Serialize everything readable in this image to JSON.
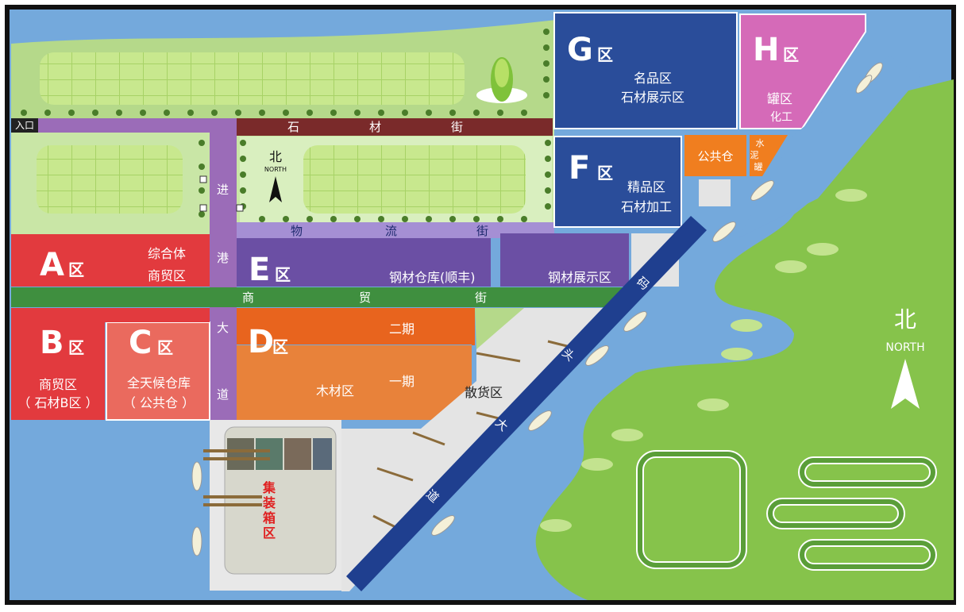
{
  "entrance": "入口",
  "compass_small": {
    "char": "北",
    "word": "NORTH"
  },
  "compass_large": {
    "char": "北",
    "word": "NORTH"
  },
  "streets": {
    "shicai": [
      "石",
      "材",
      "街"
    ],
    "wuliu": [
      "物",
      "流",
      "街"
    ],
    "shangmao": [
      "商",
      "贸",
      "街"
    ],
    "jingang": [
      "进",
      "港",
      "大",
      "道"
    ],
    "matou": [
      "码",
      "头",
      "大",
      "道"
    ]
  },
  "zones": {
    "A": {
      "letter": "A",
      "suffix": "区",
      "lines": [
        "综合体",
        "商贸区"
      ],
      "color": "#e23a3e"
    },
    "B": {
      "letter": "B",
      "suffix": "区",
      "lines": [
        "商贸区",
        "（ 石材B区 ）"
      ],
      "color": "#e23a3e"
    },
    "C": {
      "letter": "C",
      "suffix": "区",
      "lines": [
        "全天候仓库",
        "（ 公共仓 ）"
      ],
      "color": "#ea6a5e"
    },
    "D": {
      "letter": "D",
      "suffix": "区",
      "phase2": "二期",
      "phase1": "一期",
      "sub": "木材区",
      "color": "#e8641e"
    },
    "E": {
      "letter": "E",
      "suffix": "区",
      "lines": [
        "钢材仓库(顺丰)"
      ],
      "extra": "钢材展示区",
      "color": "#6b4fa4"
    },
    "F": {
      "letter": "F",
      "suffix": "区",
      "lines": [
        "精品区",
        "石材加工"
      ],
      "color": "#2a4d9a"
    },
    "G": {
      "letter": "G",
      "suffix": "区",
      "lines": [
        "名品区",
        "石材展示区"
      ],
      "color": "#2a4d9a"
    },
    "H": {
      "letter": "H",
      "suffix": "区",
      "lines": [
        "罐区",
        "化工"
      ],
      "color": "#d56ab8"
    }
  },
  "public_warehouse": "公共仓",
  "cement_tank": [
    "水",
    "泥",
    "罐"
  ],
  "bulk_cargo": "散货区",
  "container_zone": [
    "集",
    "装",
    "箱",
    "区"
  ],
  "colors": {
    "water": "#74a9dc",
    "land": "#86c34b",
    "road_blue": "#1f3f8f",
    "street_red": "#7a2a2a",
    "street_purple": "#9b6cb8",
    "street_green": "#3f8f3f",
    "frame": "#111111"
  }
}
